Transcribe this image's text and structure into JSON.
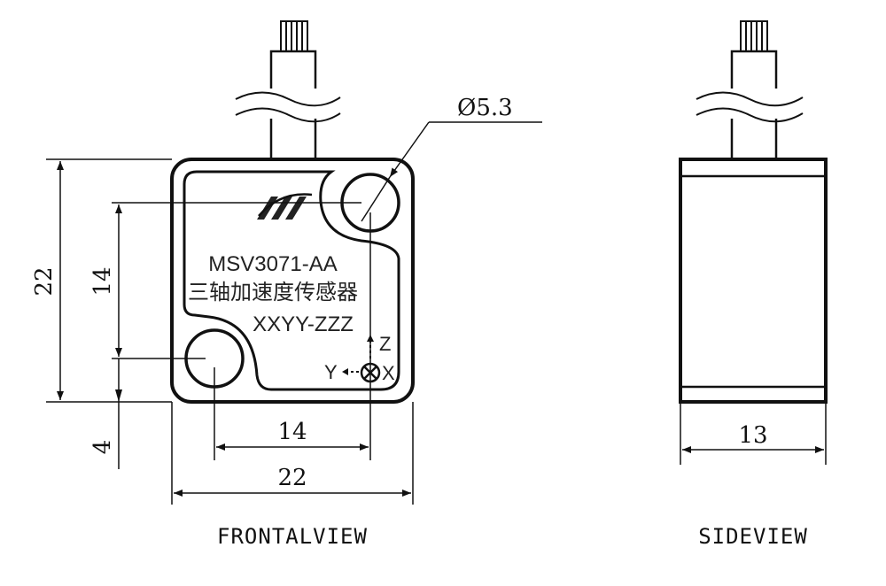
{
  "front_view": {
    "caption": "FRONTALVIEW",
    "model_label": "MSV3071-AA",
    "cn_label": "三轴加速度传感器",
    "serial_label": "XXYY-ZZZ",
    "dims": {
      "height_total": "22",
      "hole_spacing_vertical": "14",
      "hole_offset_bottom": "4",
      "hole_spacing_horizontal": "14",
      "width_total": "22",
      "hole_diameter": "Ø5.3"
    },
    "axes": {
      "z": "Z",
      "y": "Y",
      "x": "X"
    }
  },
  "side_view": {
    "caption": "SIDEVIEW",
    "dims": {
      "thickness": "13"
    }
  }
}
